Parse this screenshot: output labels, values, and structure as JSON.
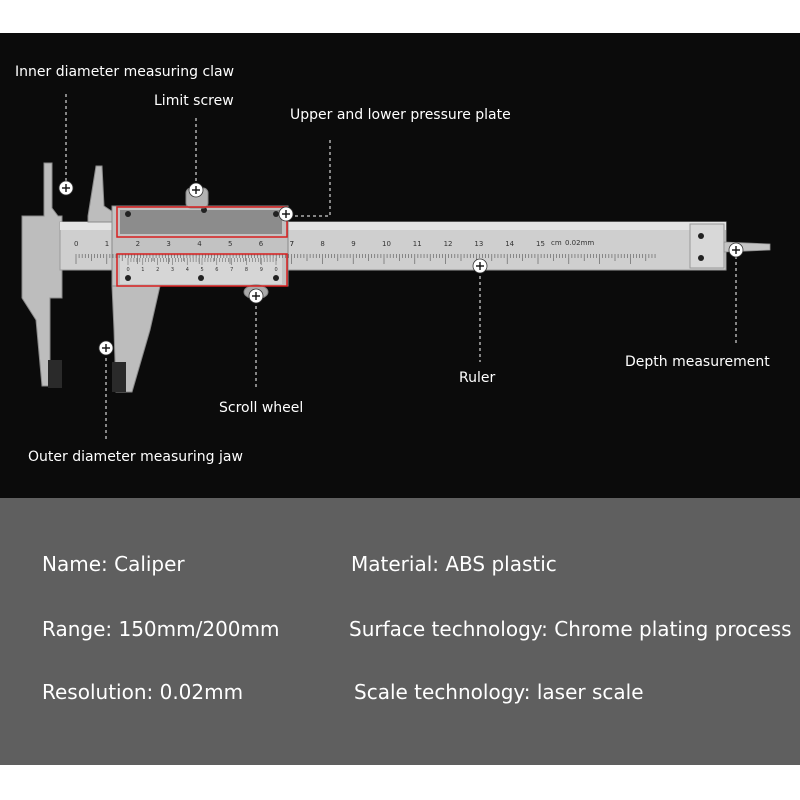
{
  "colors": {
    "background_top": "#0b0b0b",
    "background_bottom": "#5f5f5f",
    "outer_margin": "#ffffff",
    "steel": "#c9c9c9",
    "highlight_box": "#d81e1e",
    "label_text": "#ffffff"
  },
  "callouts": {
    "inner_claw": "Inner diameter measuring claw",
    "limit_screw": "Limit screw",
    "pressure_plate": "Upper and lower pressure plate",
    "ruler": "Ruler",
    "depth": "Depth measurement",
    "scroll_wheel": "Scroll wheel",
    "outer_jaw": "Outer diameter measuring jaw"
  },
  "scale": {
    "main_numbers": [
      "0",
      "1",
      "2",
      "3",
      "4",
      "5",
      "6",
      "7",
      "8",
      "9",
      "10",
      "11",
      "12",
      "13",
      "14",
      "15"
    ],
    "unit_label": "cm",
    "resolution_label": "0.02mm",
    "vernier_numbers": [
      "0",
      "1",
      "2",
      "3",
      "4",
      "5",
      "6",
      "7",
      "8",
      "9",
      "0"
    ]
  },
  "specs": {
    "name": "Name: Caliper",
    "material": "Material: ABS plastic",
    "range": "Range: 150mm/200mm",
    "surface": "Surface technology: Chrome plating process",
    "resolution": "Resolution: 0.02mm",
    "scale_tech": "Scale technology: laser scale"
  },
  "icons": [
    "crosshair-marker-icon",
    "screw-head-icon"
  ]
}
